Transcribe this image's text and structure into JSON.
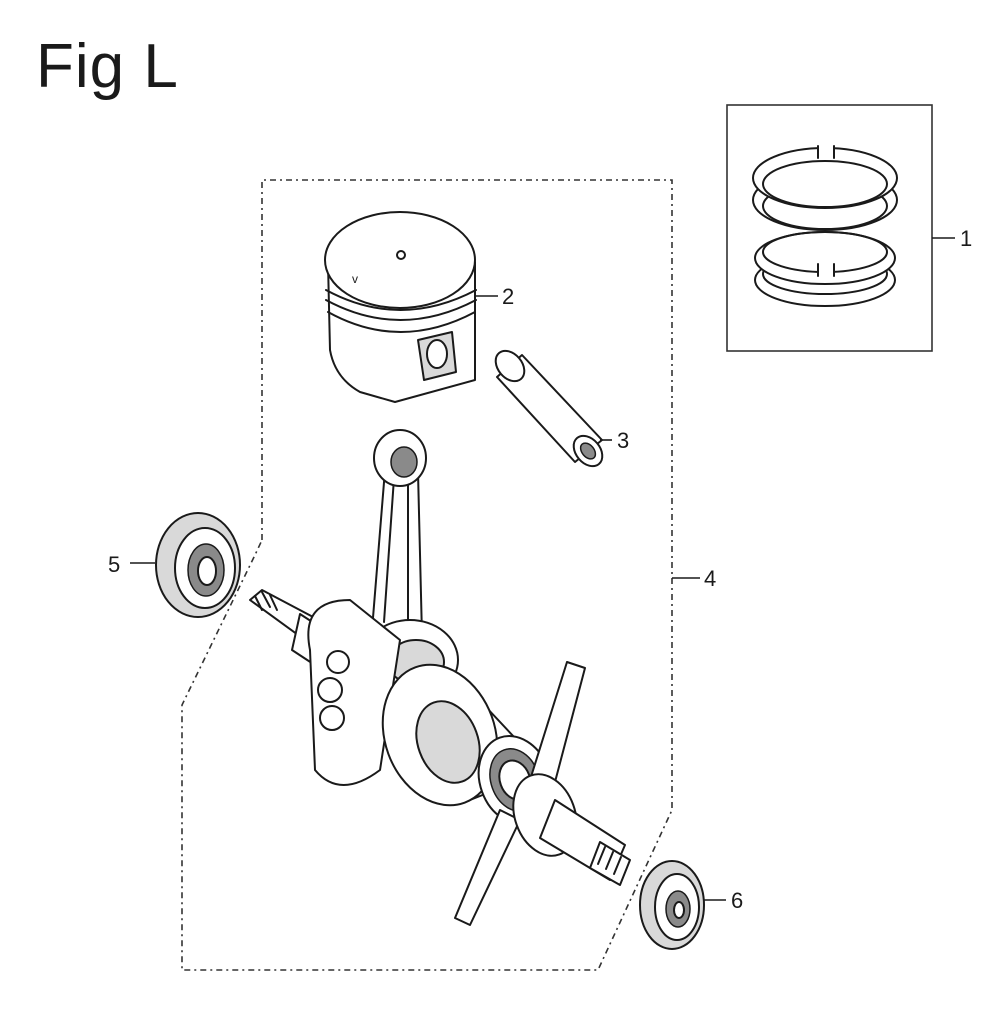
{
  "figure": {
    "title": "Fig L"
  },
  "callouts": [
    {
      "id": "piston-ring-set",
      "label": "1"
    },
    {
      "id": "piston",
      "label": "2"
    },
    {
      "id": "piston-pin",
      "label": "3"
    },
    {
      "id": "crankshaft-assembly",
      "label": "4"
    },
    {
      "id": "bearing-left",
      "label": "5"
    },
    {
      "id": "bearing-right",
      "label": "6"
    }
  ]
}
